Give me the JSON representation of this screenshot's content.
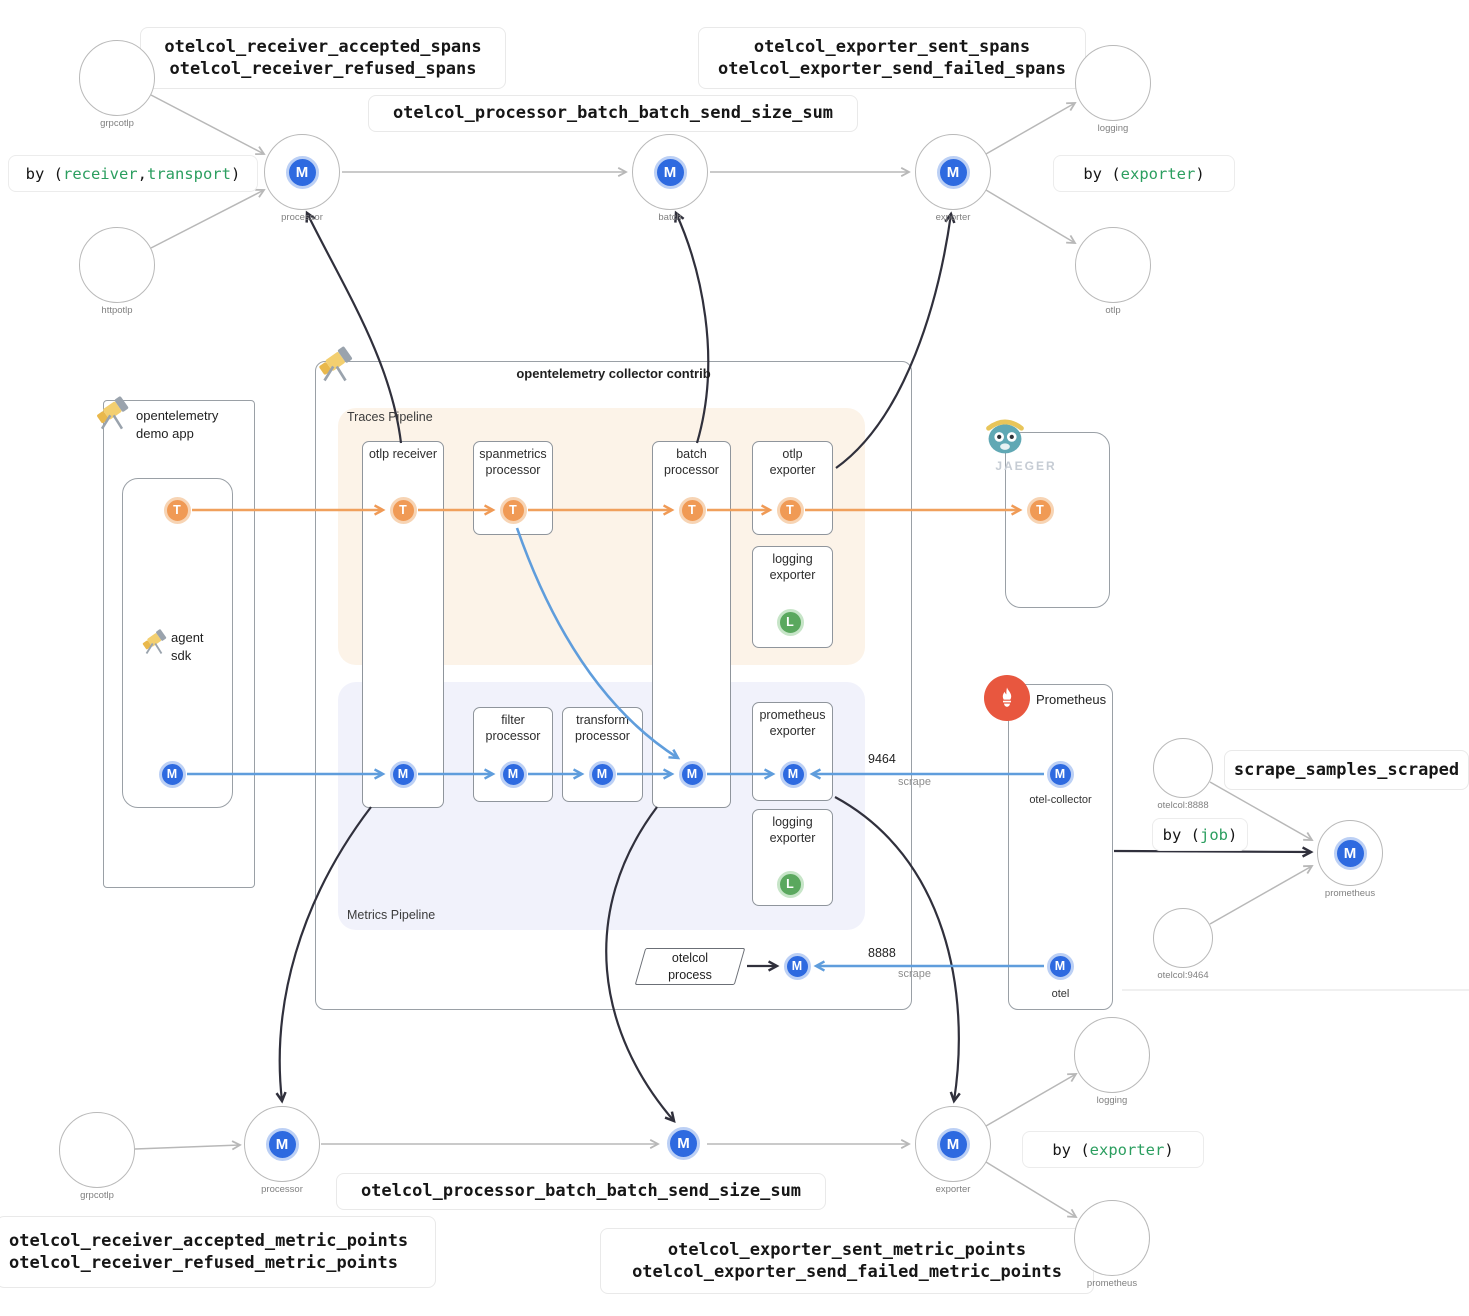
{
  "badges": {
    "metric": "M",
    "trace": "T",
    "log": "L"
  },
  "colors": {
    "metric_blue": "#2e6ae0",
    "trace_orange": "#f09a55",
    "log_green": "#5aa85e",
    "highlight_green": "#2b9e5f"
  },
  "top": {
    "receiver_metric_label": "otelcol_receiver_accepted_spans\notelcol_receiver_refused_spans",
    "exporter_metric_label": "otelcol_exporter_sent_spans\notelcol_exporter_send_failed_spans",
    "batch_metric_label": "otelcol_processor_batch_batch_send_size_sum",
    "by_receiver_transport": {
      "p1": "by (",
      "receiver": "receiver",
      "comma": ",",
      "transport": "transport",
      "p2": ")"
    },
    "by_exporter": {
      "p1": "by (",
      "exporter": "exporter",
      "p2": ")"
    },
    "sources": [
      {
        "label": "grpcotlp"
      },
      {
        "label": "httpotlp"
      }
    ],
    "nodes": [
      {
        "label": "processor"
      },
      {
        "label": "batch"
      },
      {
        "label": "exporter"
      }
    ],
    "sinks": [
      {
        "label": "logging"
      },
      {
        "label": "otlp"
      }
    ]
  },
  "collector": {
    "title": "opentelemetry collector contrib",
    "traces_pipeline_label": "Traces Pipeline",
    "metrics_pipeline_label": "Metrics Pipeline",
    "components": {
      "otlp_receiver": "otlp receiver",
      "spanmetrics_processor": "spanmetrics\nprocessor",
      "batch_processor": "batch\nprocessor",
      "otlp_exporter": "otlp\nexporter",
      "logging_exporter_traces": "logging\nexporter",
      "filter_processor": "filter\nprocessor",
      "transform_processor": "transform\nprocessor",
      "prometheus_exporter": "prometheus\nexporter",
      "logging_exporter_metrics": "logging\nexporter"
    },
    "otelcol_process_label": "otelcol\nprocess"
  },
  "demo_app": {
    "title": "opentelemetry\ndemo app",
    "agent_sdk": "agent\nsdk"
  },
  "jaeger": {
    "wordmark": "JAEGER"
  },
  "prometheus_box": {
    "title": "Prometheus",
    "otel_collector_label": "otel-collector",
    "otel_label": "otel",
    "scrape_9464": {
      "port": "9464",
      "verb": "scrape"
    },
    "scrape_8888": {
      "port": "8888",
      "verb": "scrape"
    }
  },
  "right": {
    "scrape_metric_label": "scrape_samples_scraped",
    "by_job": {
      "p1": "by (",
      "job": "job",
      "p2": ")"
    },
    "sources": [
      {
        "label": "otelcol:8888"
      },
      {
        "label": "otelcol:9464"
      }
    ],
    "node_label": "prometheus"
  },
  "bottom": {
    "receiver_metric_label": "otelcol_receiver_accepted_metric_points\notelcol_receiver_refused_metric_points",
    "exporter_metric_label": "otelcol_exporter_sent_metric_points\notelcol_exporter_send_failed_metric_points",
    "batch_metric_label": "otelcol_processor_batch_batch_send_size_sum",
    "by_exporter": {
      "p1": "by (",
      "exporter": "exporter",
      "p2": ")"
    },
    "source_label": "grpcotlp",
    "processor_label": "processor",
    "exporter_label": "exporter",
    "sinks": [
      {
        "label": "logging"
      },
      {
        "label": "prometheus"
      }
    ]
  }
}
